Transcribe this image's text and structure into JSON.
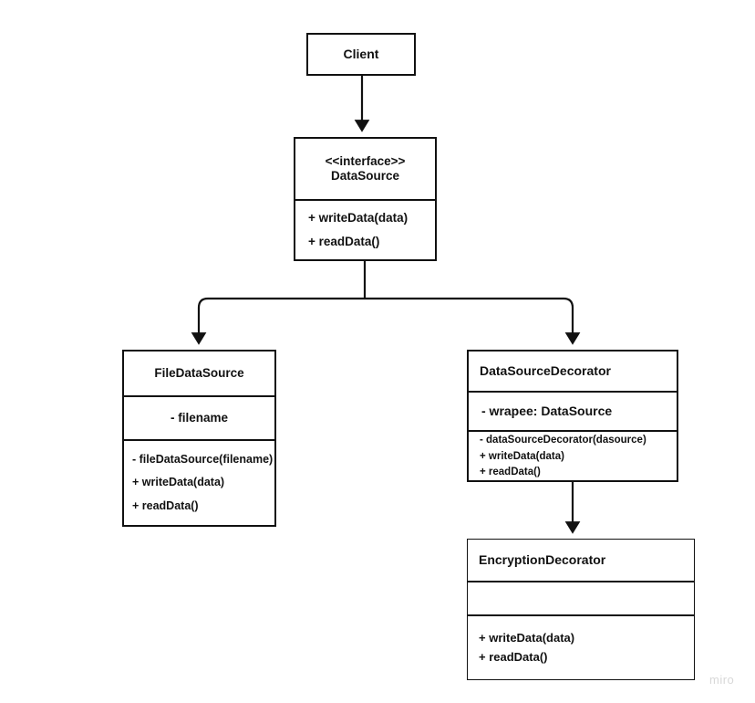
{
  "diagram": {
    "title": "Decorator pattern UML class diagram",
    "watermark": "miro",
    "stroke_color": "#111111",
    "background_color": "#ffffff"
  },
  "classes": {
    "client": {
      "name": "Client",
      "compartments": {
        "title": [
          "Client"
        ]
      }
    },
    "datasource": {
      "stereotype": "<<interface>>",
      "name": "DataSource",
      "methods": [
        "+ writeData(data)",
        "+ readData()"
      ]
    },
    "filedatasource": {
      "name": "FileDataSource",
      "attributes": [
        "- filename"
      ],
      "methods": [
        "- fileDataSource(filename)",
        "+ writeData(data)",
        "+ readData()"
      ]
    },
    "datasourcedecorator": {
      "name": "DataSourceDecorator",
      "attributes": [
        "- wrapee: DataSource"
      ],
      "methods": [
        "- dataSourceDecorator(dasource)",
        "+ writeData(data)",
        "+ readData()"
      ]
    },
    "encryptiondecorator": {
      "name": "EncryptionDecorator",
      "attributes": [
        ""
      ],
      "methods": [
        "+ writeData(data)",
        "+ readData()"
      ]
    }
  },
  "connections": [
    {
      "name": "client-to-datasource",
      "from": "Client",
      "to": "DataSource",
      "arrow": "filled-triangle"
    },
    {
      "name": "datasource-to-filedatasource",
      "from": "DataSource",
      "to": "FileDataSource",
      "arrow": "filled-triangle"
    },
    {
      "name": "datasource-to-datasourcedecorator",
      "from": "DataSource",
      "to": "DataSourceDecorator",
      "arrow": "filled-triangle"
    },
    {
      "name": "datasourcedecorator-to-encryptiondecorator",
      "from": "DataSourceDecorator",
      "to": "EncryptionDecorator",
      "arrow": "filled-triangle"
    }
  ]
}
